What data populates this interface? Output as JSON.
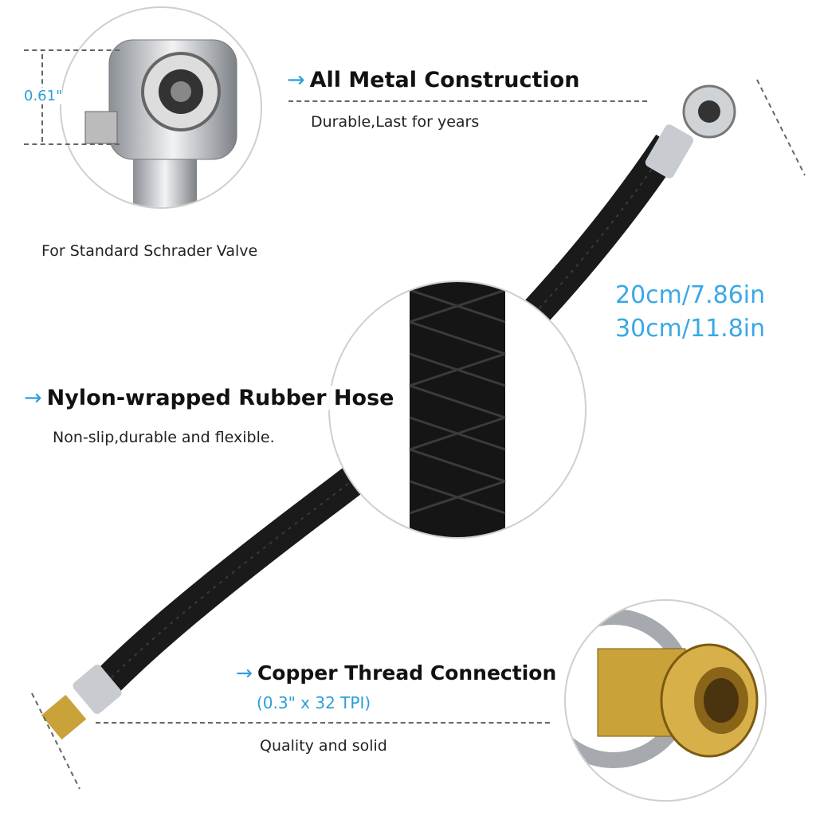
{
  "features": {
    "metal": {
      "arrow": "→",
      "title": "All Metal Construction",
      "subtitle": "Durable,Last for years"
    },
    "schrader": {
      "label": "For Standard Schrader Valve",
      "dimension": "0.61\""
    },
    "hose": {
      "arrow": "→",
      "title": "Nylon-wrapped Rubber Hose",
      "subtitle": "Non-slip,durable and flexible."
    },
    "thread": {
      "arrow": "→",
      "title": "Copper Thread Connection",
      "spec": "(0.3\" x 32 TPI)",
      "subtitle": "Quality and solid"
    },
    "length": {
      "line1": "20cm/7.86in",
      "line2": "30cm/11.8in"
    }
  },
  "colors": {
    "accent": "#2a9fd8",
    "length_text": "#3aa8e6",
    "hose": "#1a1a1a",
    "brass": "#c9a23a",
    "chrome": "#bfc3c8"
  }
}
